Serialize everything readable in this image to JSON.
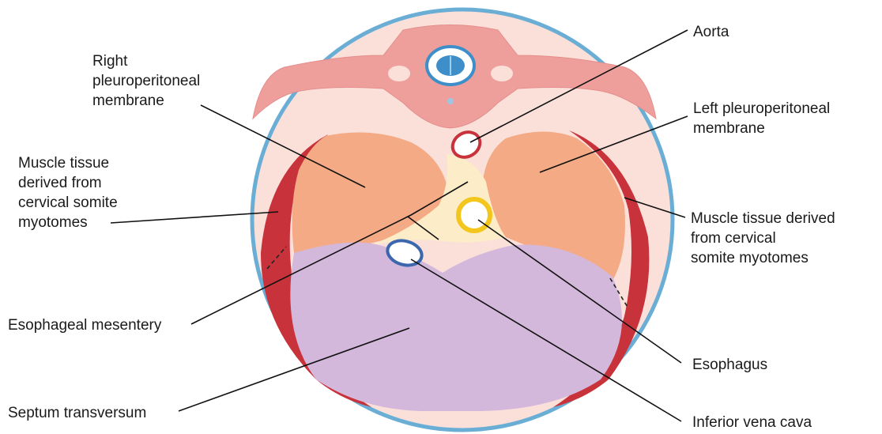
{
  "labels": {
    "aorta": "Aorta",
    "right_ppm": [
      "Right",
      "pleuroperitoneal",
      "membrane"
    ],
    "left_ppm": [
      "Left pleuroperitoneal",
      "membrane"
    ],
    "muscle_left": [
      "Muscle tissue",
      "derived from",
      "cervical somite",
      "myotomes"
    ],
    "muscle_right": [
      "Muscle tissue derived",
      "from cervical",
      "somite myotomes"
    ],
    "esophageal_mesentery": "Esophageal mesentery",
    "esophagus": "Esophagus",
    "septum_transversum": "Septum transversum",
    "inferior_vena_cava": "Inferior vena cava"
  },
  "colors": {
    "body_wall_outline": "#6aaed6",
    "background_tissue": "#fbe0da",
    "vertebra": "#ee9f9c",
    "spinal_cord": "#3d8ec9",
    "muscle": "#c8323a",
    "pleuroperitoneal_membrane": "#f4aa84",
    "septum_transversum": "#d4b8dc",
    "aorta": "#c8323a",
    "esophagus": "#f2c61c",
    "inferior_vena_cava": "#3c66ad",
    "mesentery": "#fdecc8"
  }
}
